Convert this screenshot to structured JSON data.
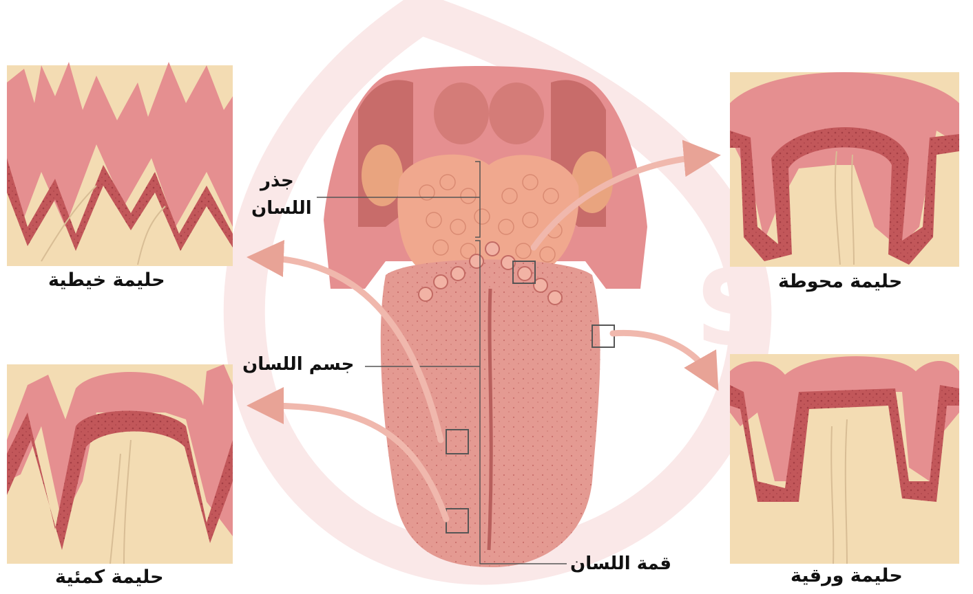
{
  "labels": {
    "filiform": "حليمة خيطية",
    "fungiform": "حليمة كمئية",
    "circumvallate": "حليمة محوطة",
    "foliate": "حليمة ورقية",
    "root_line1": "جذر",
    "root_line2": "اللسان",
    "body": "جسم اللسان",
    "tip": "قمة اللسان"
  },
  "colors": {
    "background": "#ffffff",
    "connective_tissue": "#f3dcb3",
    "epithelium": "#c2575a",
    "papilla_surface": "#e58f90",
    "tongue": "#e49a92",
    "arrow": "#f0b8ad",
    "watermark": "#f7dcdc",
    "label_text": "#111111"
  }
}
